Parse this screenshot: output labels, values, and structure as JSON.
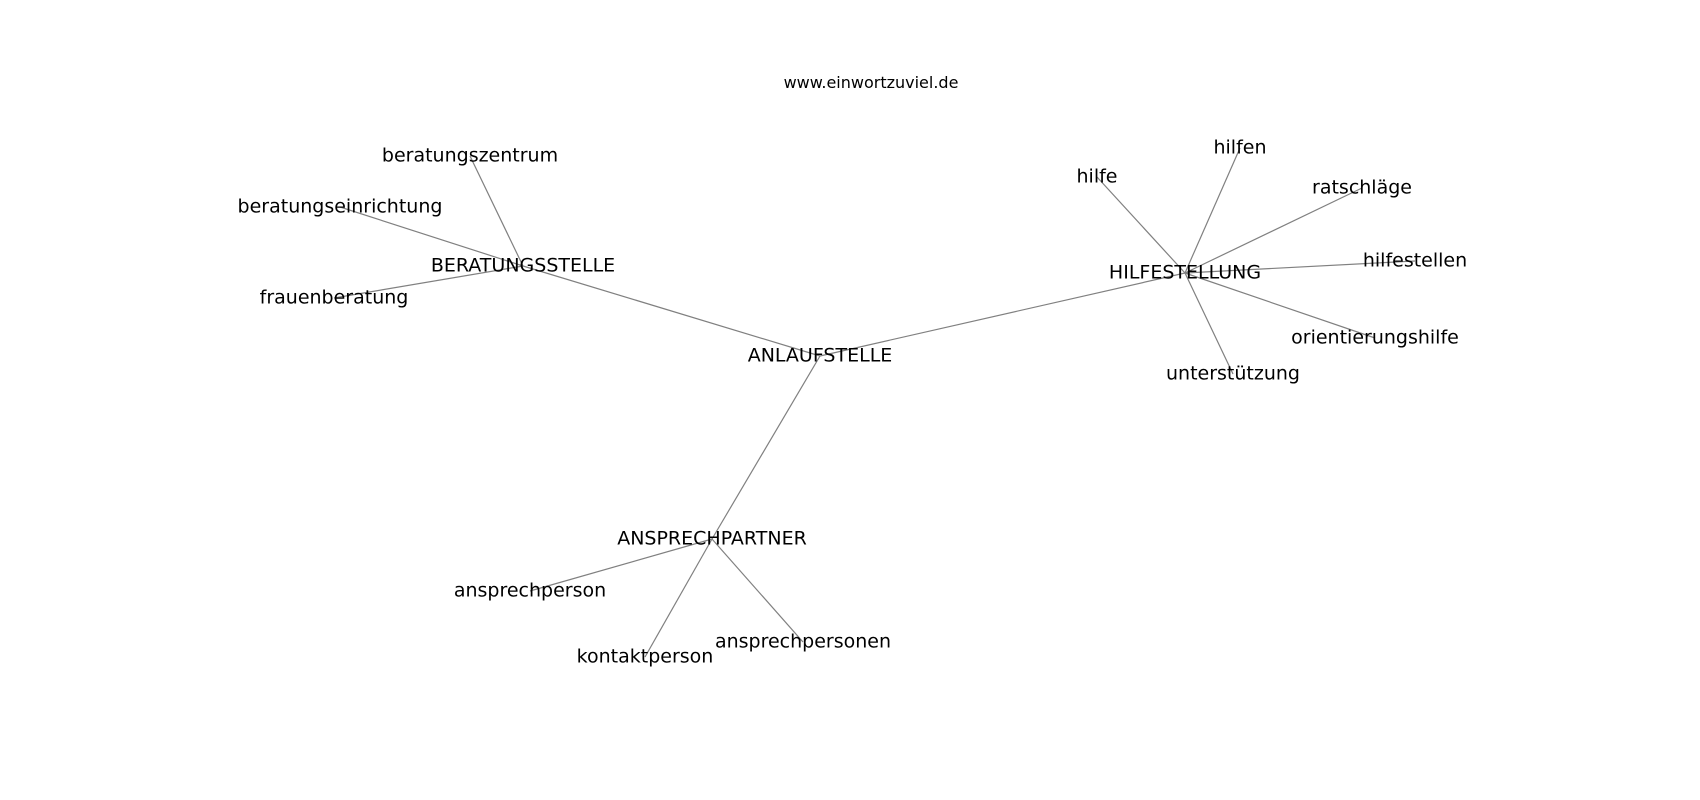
{
  "site_label": "www.einwortzuviel.de",
  "nodes": [
    {
      "id": "anlaufstelle",
      "label": "ANLAUFSTELLE",
      "hub": true
    },
    {
      "id": "beratungsstelle",
      "label": "BERATUNGSSTELLE",
      "hub": true
    },
    {
      "id": "hilfestellung",
      "label": "HILFESTELLUNG",
      "hub": true
    },
    {
      "id": "ansprechpartner",
      "label": "ANSPRECHPARTNER",
      "hub": true
    },
    {
      "id": "beratungszentrum",
      "label": "beratungszentrum"
    },
    {
      "id": "beratungseinrichtung",
      "label": "beratungseinrichtung"
    },
    {
      "id": "frauenberatung",
      "label": "frauenberatung"
    },
    {
      "id": "hilfe",
      "label": "hilfe"
    },
    {
      "id": "hilfen",
      "label": "hilfen"
    },
    {
      "id": "ratschlaege",
      "label": "ratschläge"
    },
    {
      "id": "hilfestellen",
      "label": "hilfestellen"
    },
    {
      "id": "orientierungshilfe",
      "label": "orientierungshilfe"
    },
    {
      "id": "unterstuetzung",
      "label": "unterstützung"
    },
    {
      "id": "ansprechperson",
      "label": "ansprechperson"
    },
    {
      "id": "kontaktperson",
      "label": "kontaktperson"
    },
    {
      "id": "ansprechpersonen",
      "label": "ansprechpersonen"
    }
  ],
  "edges": [
    [
      "anlaufstelle",
      "beratungsstelle"
    ],
    [
      "anlaufstelle",
      "hilfestellung"
    ],
    [
      "anlaufstelle",
      "ansprechpartner"
    ],
    [
      "beratungsstelle",
      "beratungszentrum"
    ],
    [
      "beratungsstelle",
      "beratungseinrichtung"
    ],
    [
      "beratungsstelle",
      "frauenberatung"
    ],
    [
      "hilfestellung",
      "hilfe"
    ],
    [
      "hilfestellung",
      "hilfen"
    ],
    [
      "hilfestellung",
      "ratschlaege"
    ],
    [
      "hilfestellung",
      "hilfestellen"
    ],
    [
      "hilfestellung",
      "orientierungshilfe"
    ],
    [
      "hilfestellung",
      "unterstuetzung"
    ],
    [
      "ansprechpartner",
      "ansprechperson"
    ],
    [
      "ansprechpartner",
      "kontaktperson"
    ],
    [
      "ansprechpartner",
      "ansprechpersonen"
    ]
  ]
}
